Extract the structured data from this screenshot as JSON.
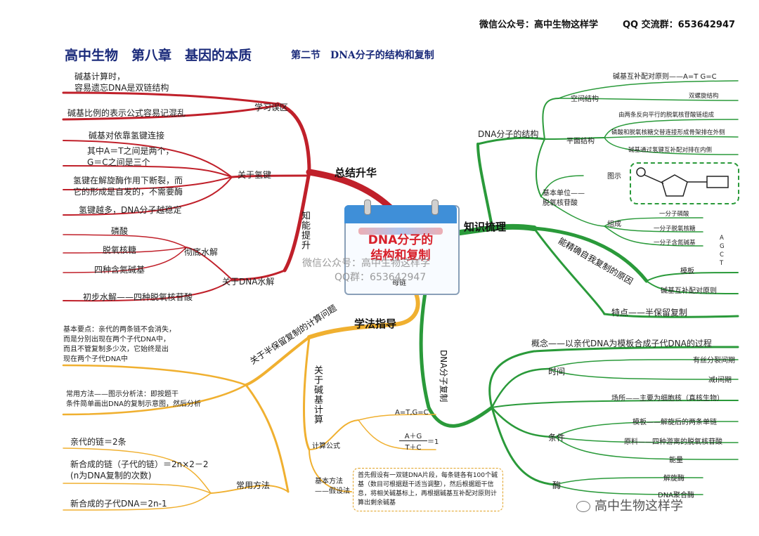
{
  "header": {
    "wechat": "微信公众号：高中生物这样学",
    "qq": "QQ 交流群：653642947"
  },
  "title": {
    "main": "高中生物　第八章　基因的本质",
    "sub": "第二节　DNA分子的结构和复制"
  },
  "center": {
    "line1": "DNA分子的",
    "line2": "结构和复制",
    "small": "母链"
  },
  "branches": {
    "summary": "总结升华",
    "knowledge": "知识梳理",
    "method": "学法指导"
  },
  "summary": {
    "mistakes": {
      "label": "学习误区",
      "items": [
        "碱基计算时，",
        "容易遗忘DNA是双链结构",
        "碱基比例的表示公式容易记混乱"
      ]
    },
    "knowledge_label": "知能提升",
    "hydrogen": {
      "label": "关于氢键",
      "items": [
        "碱基对依靠氢键连接",
        "其中A＝T之间是两个，",
        "G＝C之间是三个",
        "氢键在解旋酶作用下断裂，而",
        "它的形成是自发的，不需要酶",
        "氢键越多，DNA分子越稳定"
      ]
    },
    "hydrolysis": {
      "label": "关于DNA水解",
      "complete": "彻底水解",
      "items": [
        "磷酸",
        "脱氧核糖",
        "四种含氮碱基",
        "初步水解——四种脱氧核苷酸"
      ]
    }
  },
  "knowledge": {
    "structure": {
      "label": "DNA分子的结构",
      "space": "空间结构",
      "plane": "平面结构",
      "items": [
        "碱基互补配对原则——A=T G=C",
        "双螺旋结构",
        "由两条反向平行的脱氧核苷酸链组成",
        "磷酸和脱氧核糖交替连接形成骨架排在外侧",
        "碱基通过氢键互补配对排在内侧"
      ],
      "unit": {
        "label1": "基本单位——",
        "label2": "脱氧核苷酸",
        "diagram": "图示",
        "composition": "组成",
        "parts": [
          "一分子磷酸",
          "一分子脱氧核糖",
          "一分子含氮碱基"
        ],
        "bases": [
          "A",
          "G",
          "C",
          "T"
        ]
      }
    },
    "accurate": {
      "label": "能精确自我复制的原因",
      "items": [
        "模板",
        "碱基互补配对原则"
      ]
    },
    "feature": "特点——半保留复制",
    "replication": {
      "label": "DNA分子复制",
      "concept": "概念——以亲代DNA为模板合成子代DNA的过程",
      "time": {
        "label": "时间",
        "items": [
          "有丝分裂间期",
          "减Ⅰ间期"
        ]
      },
      "place": "场所——主要为细胞核（真核生物）",
      "conditions": {
        "label": "条件",
        "items": [
          "模板——解旋后的两条单链",
          "原料——四种游离的脱氧核苷酸",
          "能量"
        ]
      },
      "enzyme": {
        "label": "酶",
        "items": [
          "解旋酶",
          "DNA聚合酶"
        ]
      }
    }
  },
  "method": {
    "semi": {
      "label": "关于半保留复制的计算问题",
      "basic": [
        "基本要点：亲代的两条链不会消失，",
        "而是分别出现在两个子代DNA中，",
        "而且不管复制多少次，它始终是出",
        "现在两个子代DNA中"
      ],
      "common": [
        "常用方法——图示分析法：即按题干",
        "条件简单画出DNA的复制示意图，然后分析"
      ],
      "common_label": "常用方法",
      "items": [
        "亲代的链＝2条",
        "新合成的链（子代的链）＝2n×2－2",
        "(n为DNA复制的次数)",
        "新合成的子代DNA＝2n-1"
      ]
    },
    "base": {
      "label": "关于碱基计算",
      "formula_label": "计算公式",
      "formula1": "A=T,G=C",
      "frac_num": "A＋G",
      "frac_den": "T＋C",
      "frac_eq": "＝1",
      "method_label1": "基本方法",
      "method_label2": "——假设法",
      "method_text": "首先假设有一双链DNA片段，每条链各有100个碱基（数目可根据题干适当调整），然后根据题干信息，将相关碱基标上，再根据碱基互补配对原则计算出剩余碱基"
    }
  },
  "watermark": {
    "line1": "微信公众号：高中生物这样学",
    "line2": "QQ群：653642947",
    "bottom": "高中生物这样学"
  },
  "colors": {
    "summary": "#c0202a",
    "knowledge": "#2a9a3a",
    "method": "#f0b030",
    "title": "#1a2a7a"
  }
}
